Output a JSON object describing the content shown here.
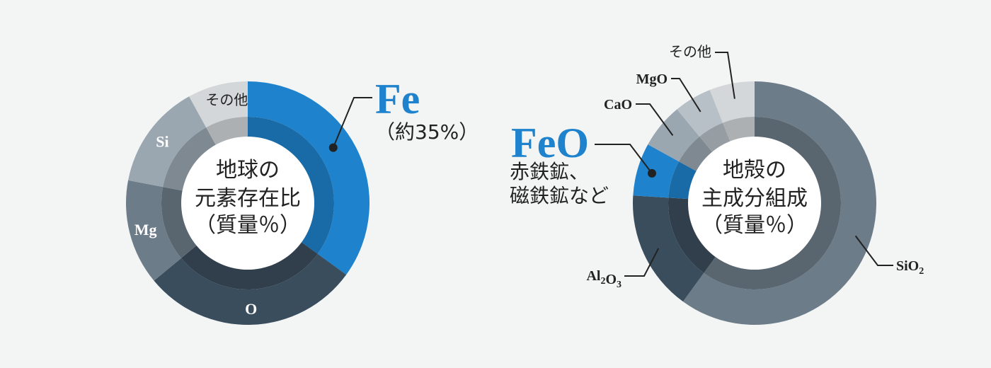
{
  "chart_data": [
    {
      "type": "donut",
      "title": [
        "地球の",
        "元素存在比",
        "（質量％）"
      ],
      "segments": [
        {
          "label": "Fe",
          "value": 35,
          "color": "#1e82cc"
        },
        {
          "label": "O",
          "value": 29,
          "color": "#3a4d5c"
        },
        {
          "label": "Mg",
          "value": 14,
          "color": "#6d7c89"
        },
        {
          "label": "Si",
          "value": 14,
          "color": "#9aa7b1"
        },
        {
          "label": "その他",
          "value": 8,
          "color": "#d3d7d9"
        }
      ],
      "highlight": {
        "label": "Fe",
        "sublabel": "（約35%）"
      }
    },
    {
      "type": "donut",
      "title": [
        "地殻の",
        "主成分組成",
        "（質量％）"
      ],
      "segments": [
        {
          "label": "SiO2",
          "value": 60,
          "color": "#6d7c89"
        },
        {
          "label": "Al2O3",
          "value": 16,
          "color": "#3a4d5c"
        },
        {
          "label": "FeO",
          "value": 7,
          "color": "#1e82cc"
        },
        {
          "label": "CaO",
          "value": 6,
          "color": "#9aa7b1"
        },
        {
          "label": "MgO",
          "value": 5,
          "color": "#b7c0c7"
        },
        {
          "label": "その他",
          "value": 6,
          "color": "#d3d7d9"
        }
      ],
      "highlight": {
        "label": "FeO",
        "sublabel": [
          "赤鉄鉱、",
          "磁鉄鉱など"
        ]
      }
    }
  ]
}
